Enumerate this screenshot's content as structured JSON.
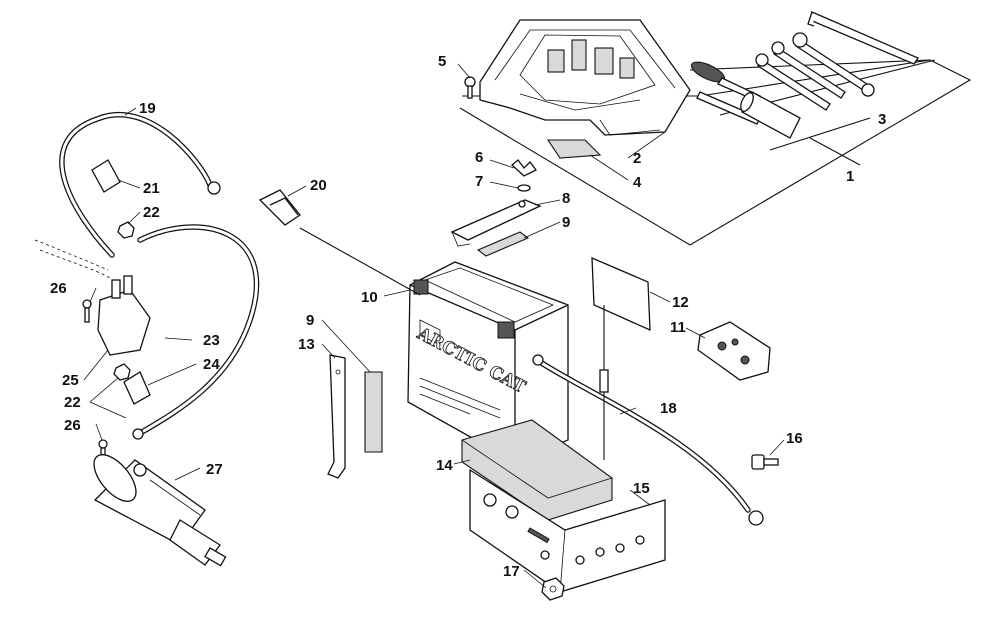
{
  "diagram": {
    "callouts": [
      "1",
      "2",
      "3",
      "4",
      "5",
      "6",
      "7",
      "8",
      "9",
      "9",
      "10",
      "11",
      "12",
      "13",
      "14",
      "15",
      "16",
      "17",
      "18",
      "19",
      "20",
      "21",
      "22",
      "22",
      "23",
      "24",
      "25",
      "26",
      "26",
      "27"
    ],
    "battery_brand": "ARCTIC CAT"
  }
}
